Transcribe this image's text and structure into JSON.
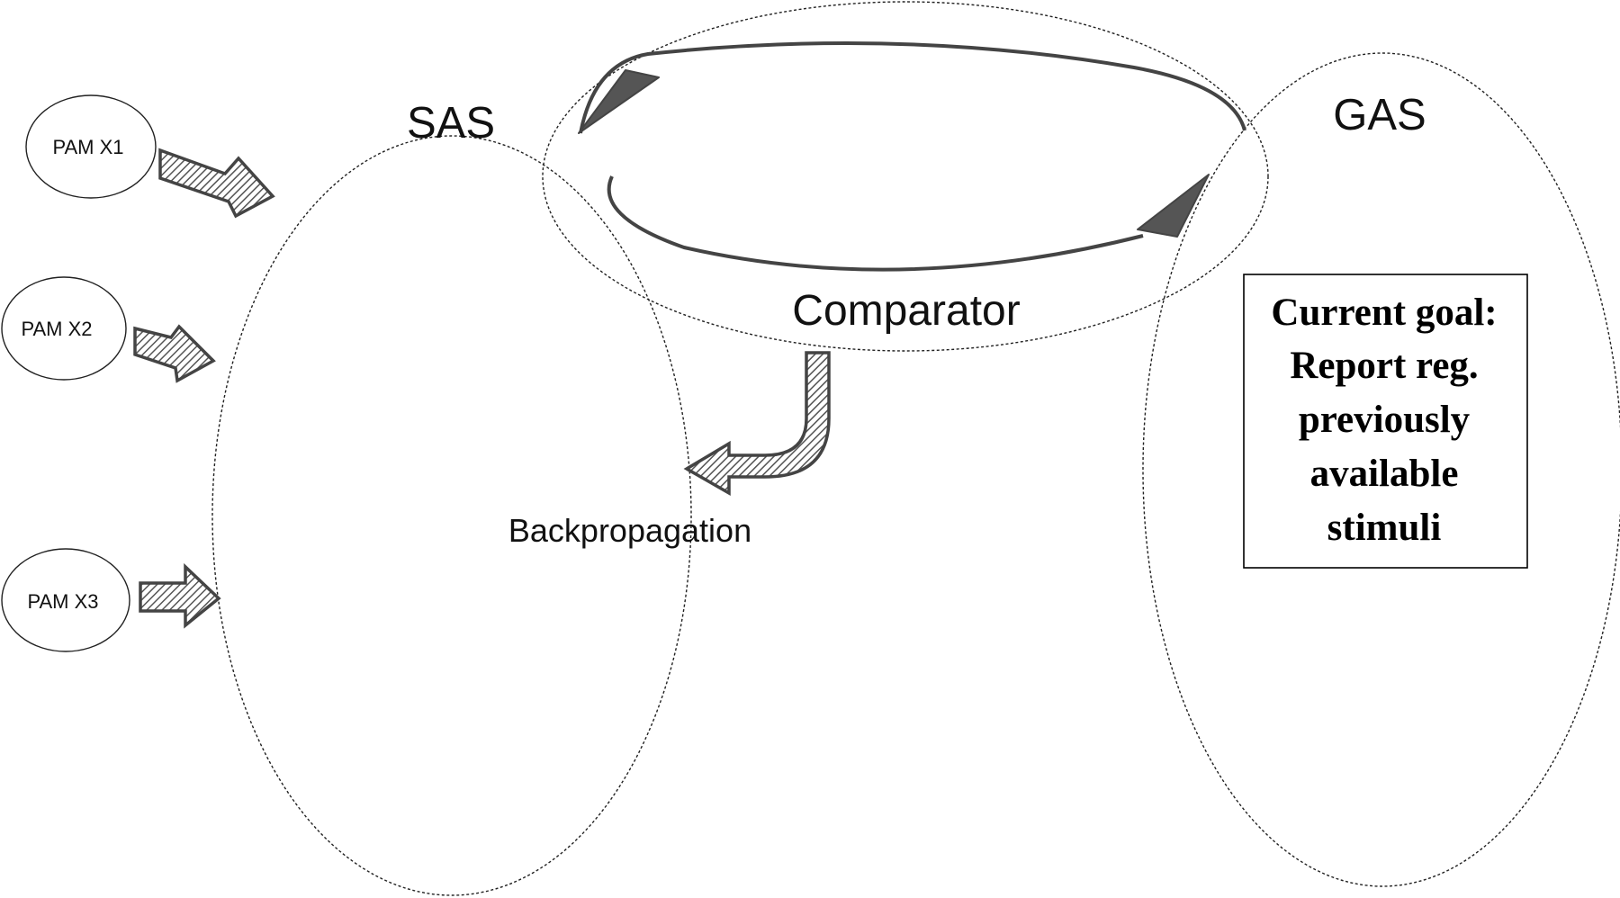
{
  "labels": {
    "sas": "SAS",
    "gas": "GAS",
    "comparator": "Comparator",
    "backpropagation": "Backpropagation"
  },
  "pam_nodes": [
    {
      "label": "PAM X1"
    },
    {
      "label": "PAM X2"
    },
    {
      "label": "PAM X3"
    }
  ],
  "goal_box": {
    "lines": [
      "Current goal:",
      "Report reg.",
      "previously",
      "available",
      "stimuli"
    ]
  }
}
